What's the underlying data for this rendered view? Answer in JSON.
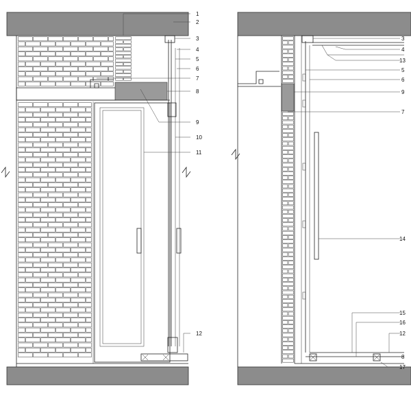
{
  "left_section": {
    "callouts": [
      "1",
      "2",
      "3",
      "4",
      "5",
      "6",
      "7",
      "8",
      "9",
      "10",
      "11",
      "12"
    ]
  },
  "right_section": {
    "callouts": [
      "3",
      "4",
      "13",
      "5",
      "6",
      "9",
      "7",
      "14",
      "15",
      "16",
      "12",
      "8",
      "17"
    ]
  },
  "colors": {
    "slab": "#8c8c8c",
    "line": "#222222",
    "background": "#ffffff"
  }
}
